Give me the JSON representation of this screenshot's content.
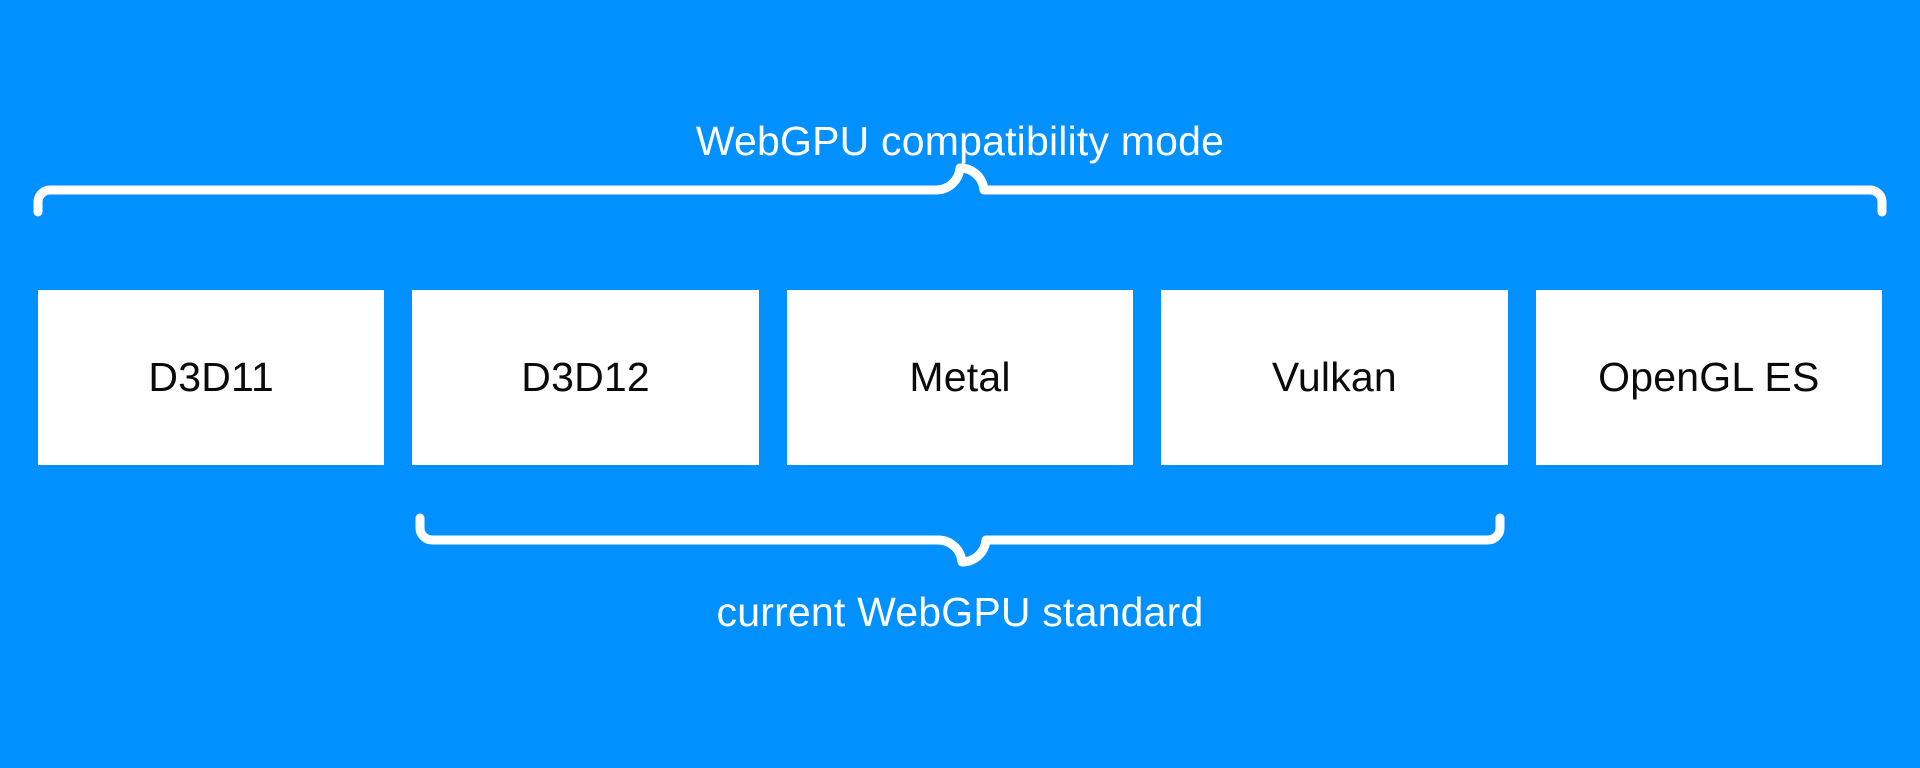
{
  "diagram": {
    "title": "WebGPU compatibility mode",
    "background_color": "#0090ff",
    "box_color": "#ffffff",
    "box_text_color": "#0a0a0a",
    "brace_color": "#ffffff",
    "label_text_color": "#ffffff"
  },
  "top_brace": {
    "label": "WebGPU compatibility mode",
    "spans_boxes": [
      "D3D11",
      "D3D12",
      "Metal",
      "Vulkan",
      "OpenGL ES"
    ],
    "direction": "up"
  },
  "bottom_brace": {
    "label": "current WebGPU standard",
    "spans_boxes": [
      "D3D12",
      "Metal",
      "Vulkan"
    ],
    "direction": "down"
  },
  "boxes": [
    {
      "label": "D3D11"
    },
    {
      "label": "D3D12"
    },
    {
      "label": "Metal"
    },
    {
      "label": "Vulkan"
    },
    {
      "label": "OpenGL ES"
    }
  ]
}
